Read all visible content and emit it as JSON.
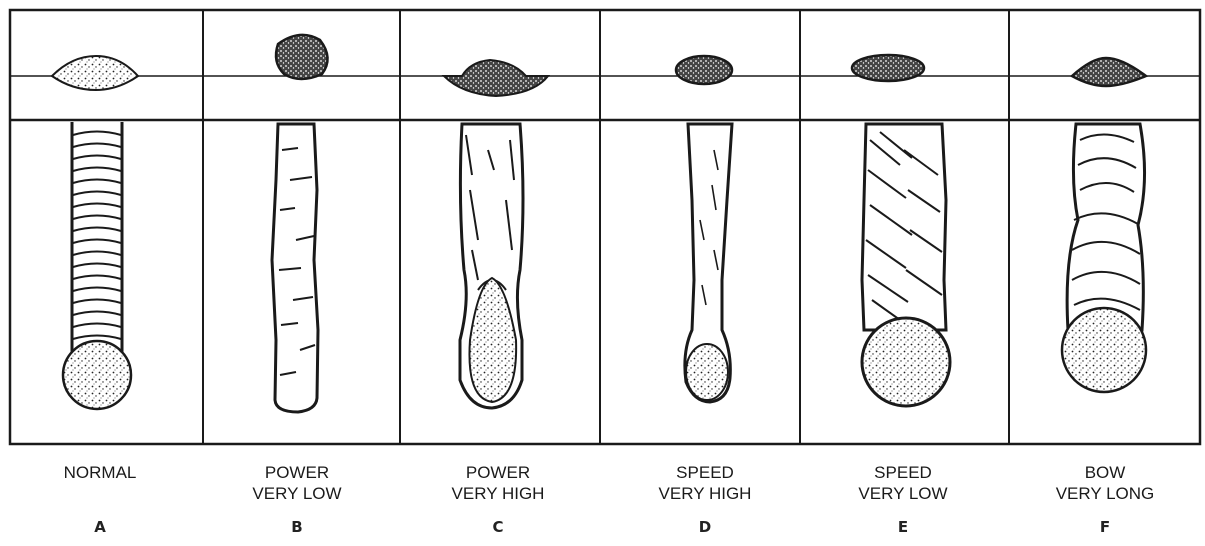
{
  "panels": [
    {
      "id": "a",
      "caption_line1": "NORMAL",
      "caption_line2": "",
      "letter": "A"
    },
    {
      "id": "b",
      "caption_line1": "POWER",
      "caption_line2": "VERY LOW",
      "letter": "B"
    },
    {
      "id": "c",
      "caption_line1": "POWER",
      "caption_line2": "VERY HIGH",
      "letter": "C"
    },
    {
      "id": "d",
      "caption_line1": "SPEED",
      "caption_line2": "VERY HIGH",
      "letter": "D"
    },
    {
      "id": "e",
      "caption_line1": "SPEED",
      "caption_line2": "VERY LOW",
      "letter": "E"
    },
    {
      "id": "f",
      "caption_line1": "BOW",
      "caption_line2": "VERY LONG",
      "letter": "F"
    }
  ],
  "colors": {
    "ink": "#1a1a1a",
    "paper": "#ffffff"
  }
}
